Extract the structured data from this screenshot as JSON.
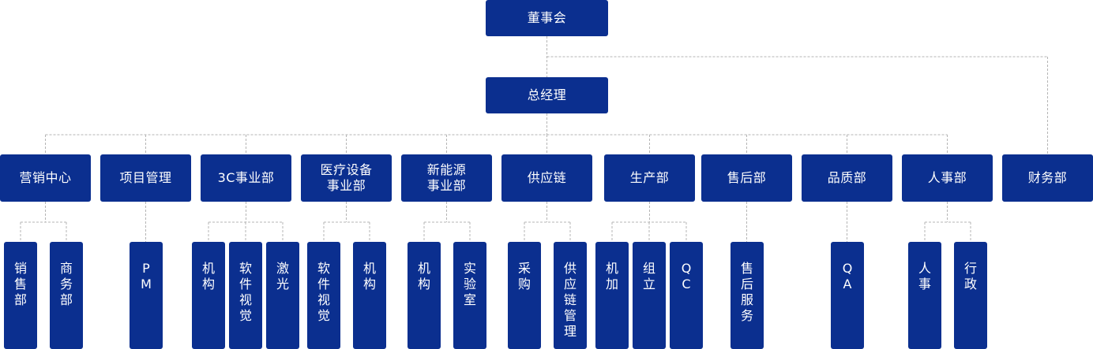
{
  "top": {
    "label": "董事会"
  },
  "gm": {
    "label": "总经理"
  },
  "departments": [
    {
      "key": "marketing",
      "lines": [
        "营销中心"
      ],
      "subs": [
        "销售部",
        "商务部"
      ]
    },
    {
      "key": "project",
      "lines": [
        "项目管理"
      ],
      "subs": [
        "PM"
      ]
    },
    {
      "key": "3c",
      "lines": [
        "3C事业部"
      ],
      "subs": [
        "机构",
        "软件视觉",
        "激光"
      ]
    },
    {
      "key": "medical",
      "lines": [
        "医疗设备",
        "事业部"
      ],
      "subs": [
        "软件视觉",
        "机构"
      ]
    },
    {
      "key": "newenergy",
      "lines": [
        "新能源",
        "事业部"
      ],
      "subs": [
        "机构",
        "实验室"
      ]
    },
    {
      "key": "supply",
      "lines": [
        "供应链"
      ],
      "subs": [
        "采购",
        "供应链管理"
      ]
    },
    {
      "key": "production",
      "lines": [
        "生产部"
      ],
      "subs": [
        "机加",
        "组立",
        "QC"
      ]
    },
    {
      "key": "aftersales",
      "lines": [
        "售后部"
      ],
      "subs": [
        "售后服务"
      ]
    },
    {
      "key": "quality",
      "lines": [
        "品质部"
      ],
      "subs": [
        "QA"
      ]
    },
    {
      "key": "hr",
      "lines": [
        "人事部"
      ],
      "subs": [
        "人事",
        "行政"
      ]
    },
    {
      "key": "finance",
      "lines": [
        "财务部"
      ],
      "subs": []
    }
  ],
  "colors": {
    "box": "#0b2f8f",
    "connector": "#b5b5b5"
  }
}
